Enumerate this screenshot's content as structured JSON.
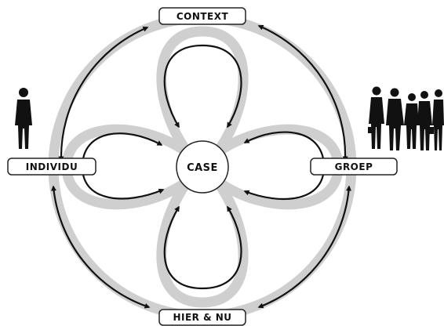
{
  "nodes": {
    "top": "CONTEXT",
    "left": "INDIVIDU",
    "right": "GROEP",
    "bottom": "HIER & NU",
    "center": "CASE"
  },
  "colors": {
    "ring": "#cfcfcf",
    "arrow": "#111111",
    "label_border": "#222222",
    "silhouette": "#111111",
    "background": "#ffffff"
  },
  "icons": {
    "left_figure": "person-silhouette-icon",
    "right_figures": "group-silhouette-icon"
  }
}
